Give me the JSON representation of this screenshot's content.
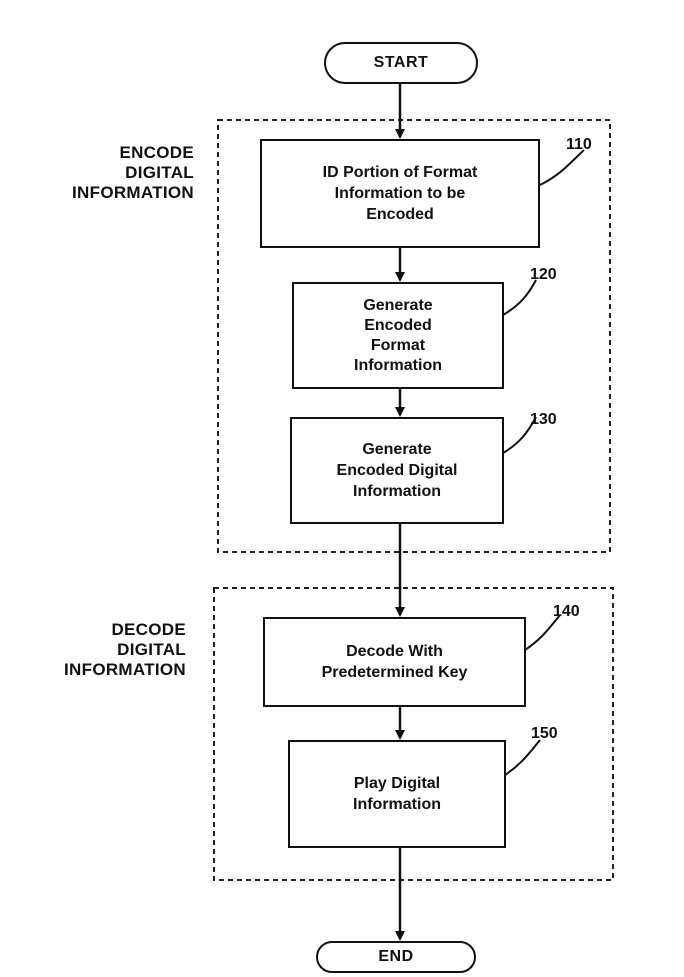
{
  "start_label": "START",
  "end_label": "END",
  "groups": [
    {
      "label_lines": [
        "ENCODE",
        "DIGITAL",
        "INFORMATION"
      ]
    },
    {
      "label_lines": [
        "DECODE",
        "DIGITAL",
        "INFORMATION"
      ]
    }
  ],
  "steps": [
    {
      "ref": "110",
      "lines": [
        "ID Portion of Format",
        "Information to be",
        "Encoded"
      ]
    },
    {
      "ref": "120",
      "lines": [
        "Generate",
        "Encoded",
        "Format",
        "Information"
      ]
    },
    {
      "ref": "130",
      "lines": [
        "Generate",
        "Encoded Digital",
        "Information"
      ]
    },
    {
      "ref": "140",
      "lines": [
        "Decode With",
        "Predetermined Key"
      ]
    },
    {
      "ref": "150",
      "lines": [
        "Play Digital",
        "Information"
      ]
    }
  ]
}
